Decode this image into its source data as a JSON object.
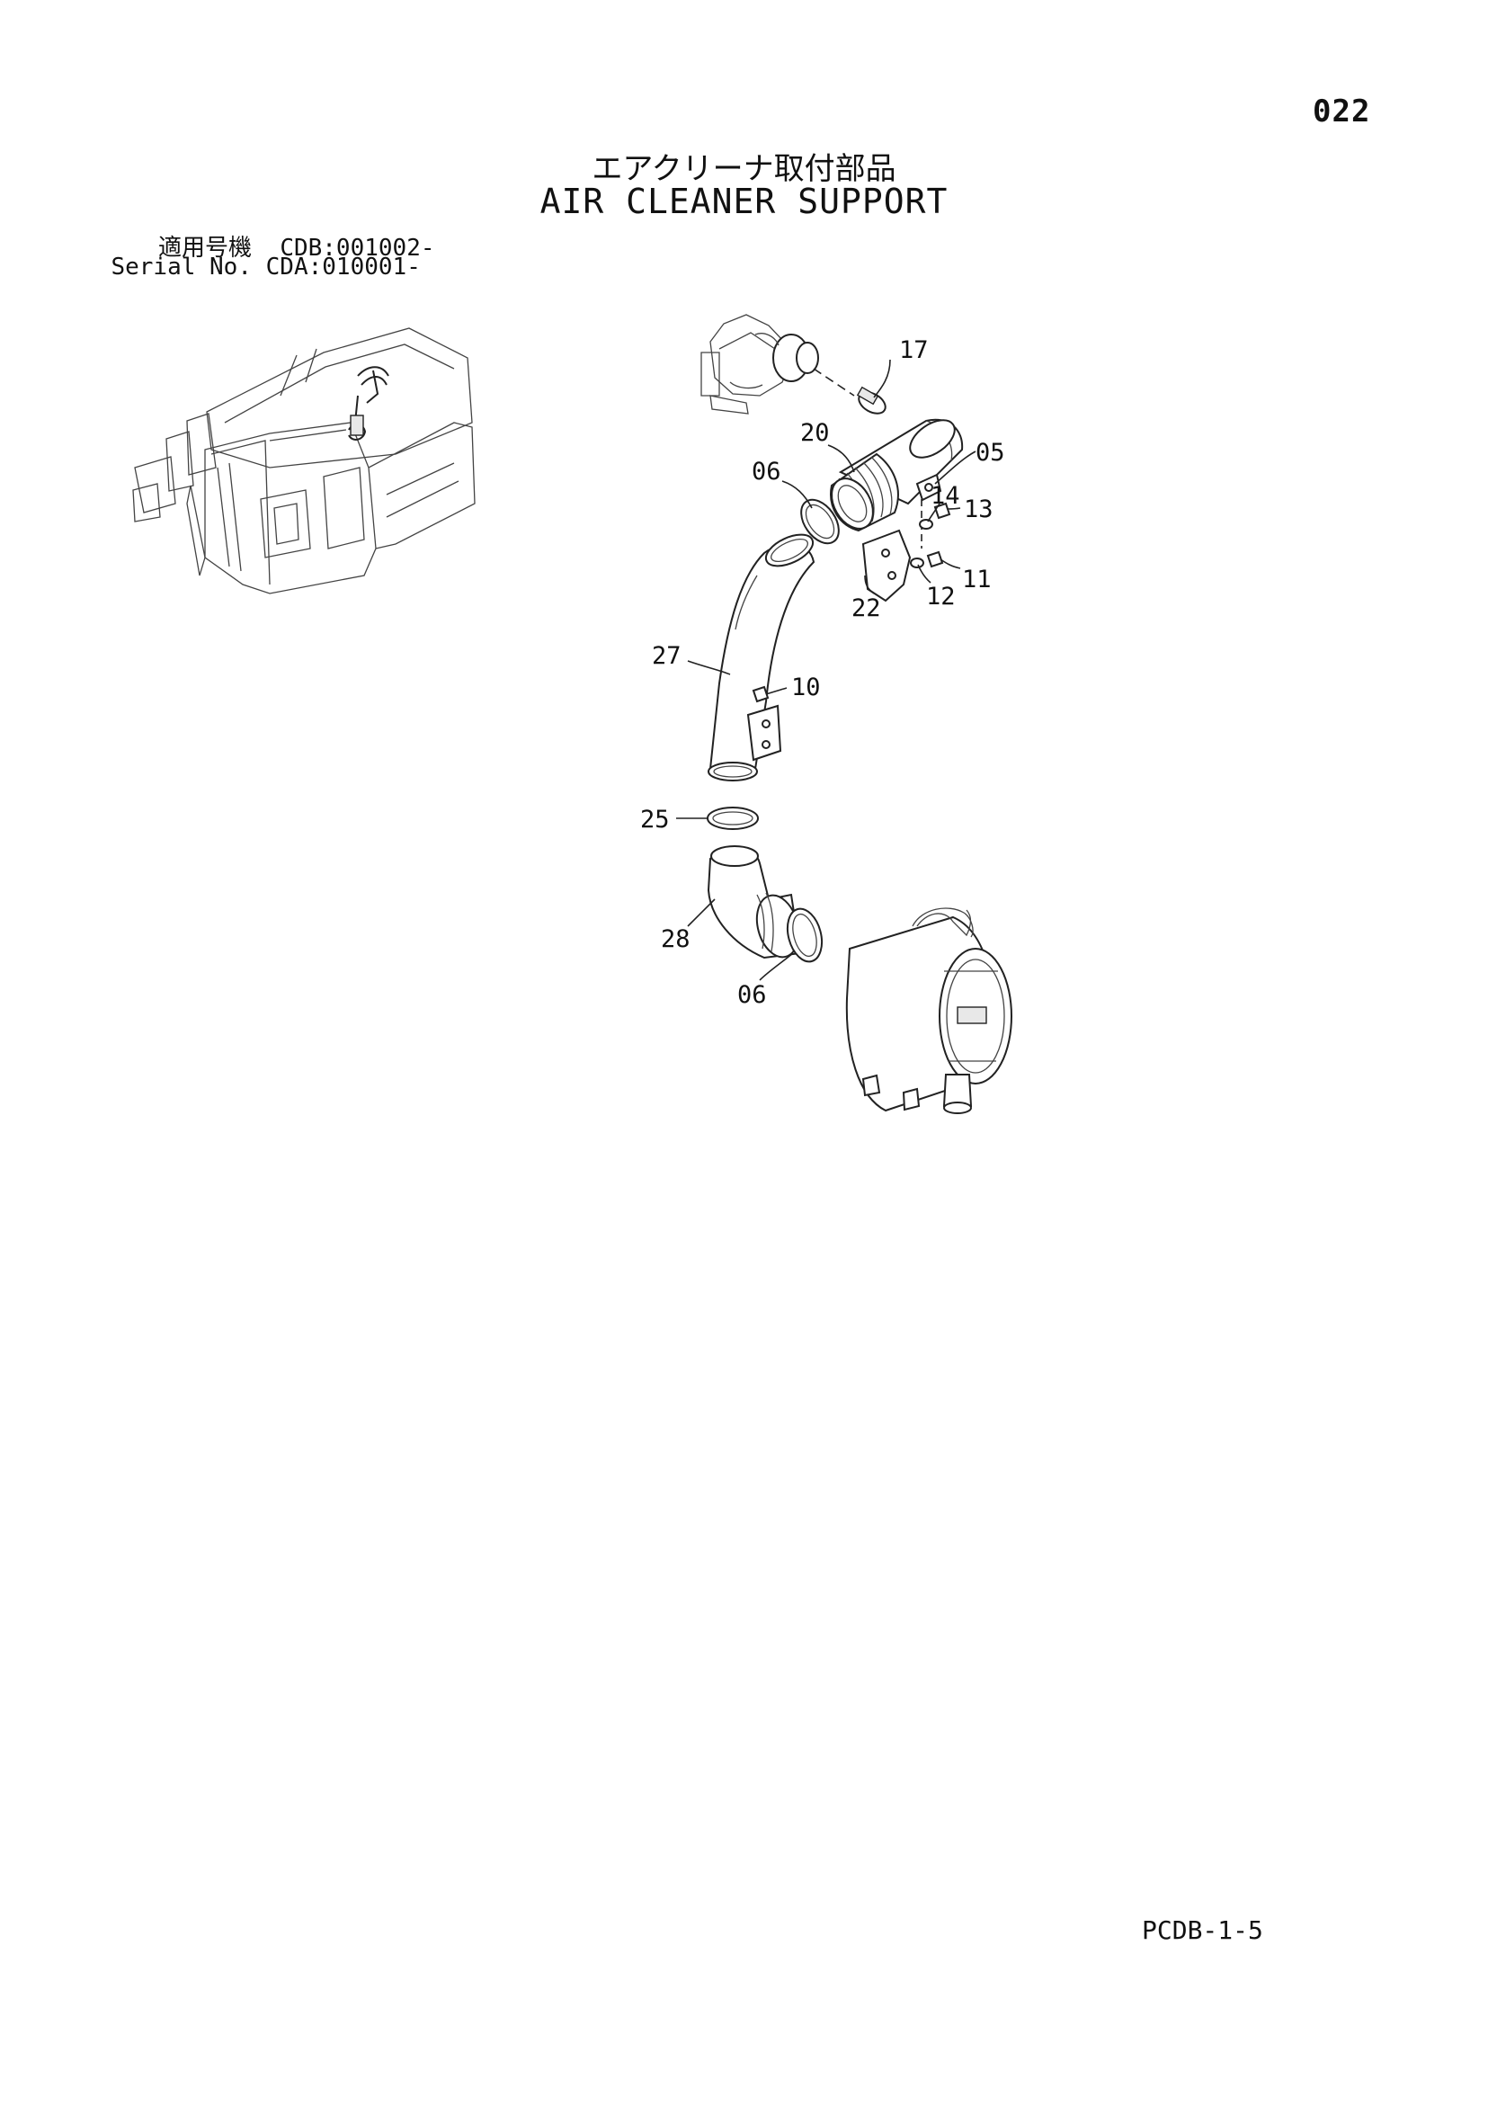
{
  "page_number": "022",
  "title_jp": "エアクリーナ取付部品",
  "title_en": "AIR CLEANER SUPPORT",
  "serial": {
    "label_jp": "適用号機",
    "label_en": "Serial No.",
    "range_1": "CDB:001002-",
    "range_2": "CDA:010001-"
  },
  "part_labels": {
    "p17": "17",
    "p20": "20",
    "p05": "05",
    "p06a": "06",
    "p14": "14",
    "p13": "13",
    "p22": "22",
    "p12": "12",
    "p11": "11",
    "p27": "27",
    "p10": "10",
    "p25": "25",
    "p28": "28",
    "p06b": "06"
  },
  "footer_code": "PCDB-1-5"
}
